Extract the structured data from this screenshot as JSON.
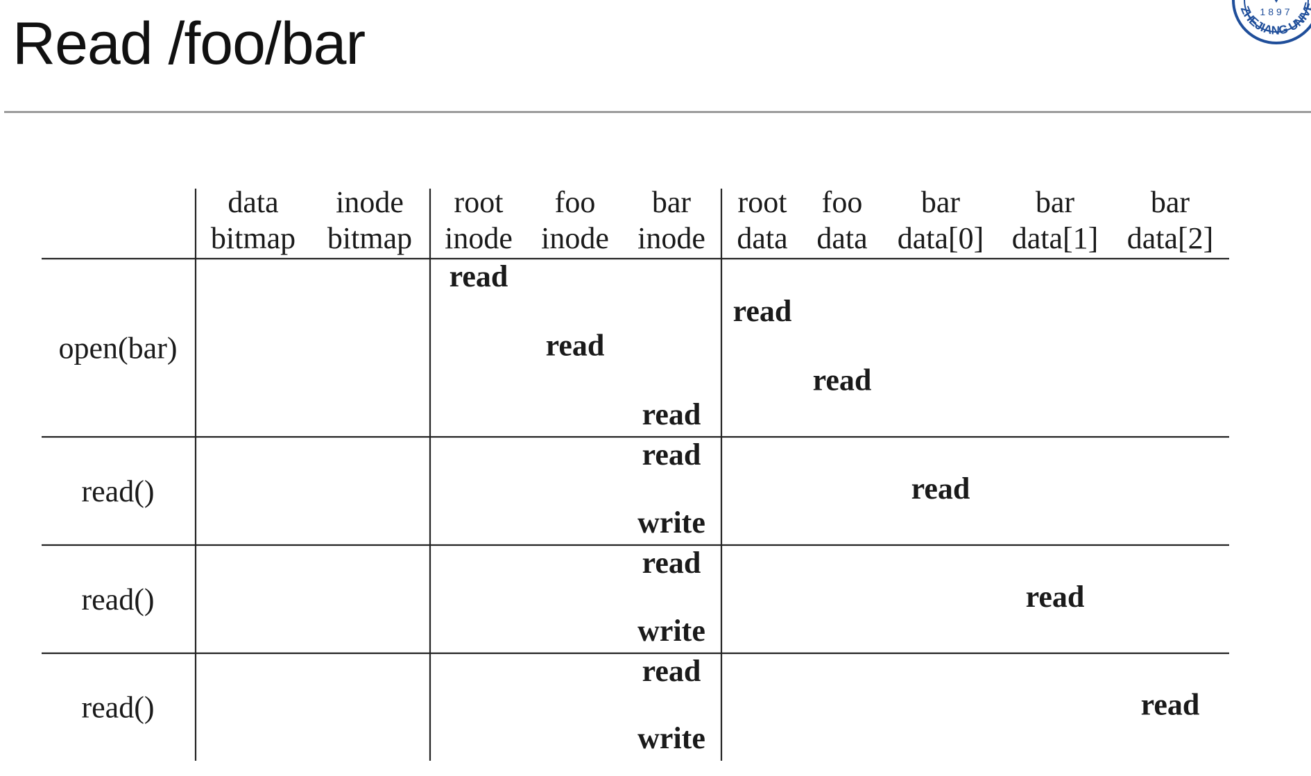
{
  "slide": {
    "title": "Read /foo/bar",
    "logo": {
      "icon": "zhejiang-university-seal-icon",
      "year": "1897",
      "text": "ZHEJIANG UNIVERSITY",
      "color": "#1f4e9a"
    }
  },
  "table": {
    "columns": [
      {
        "line1": "data",
        "line2": "bitmap"
      },
      {
        "line1": "inode",
        "line2": "bitmap"
      },
      {
        "line1": "root",
        "line2": "inode"
      },
      {
        "line1": "foo",
        "line2": "inode"
      },
      {
        "line1": "bar",
        "line2": "inode"
      },
      {
        "line1": "root",
        "line2": "data"
      },
      {
        "line1": "foo",
        "line2": "data"
      },
      {
        "line1": "bar",
        "line2": "data[0]"
      },
      {
        "line1": "bar",
        "line2": "data[1]"
      },
      {
        "line1": "bar",
        "line2": "data[2]"
      }
    ],
    "rows": [
      {
        "label": "open(bar)",
        "ops": [
          {
            "col": 2,
            "text": "read"
          },
          {
            "col": 5,
            "text": "read"
          },
          {
            "col": 3,
            "text": "read"
          },
          {
            "col": 6,
            "text": "read"
          },
          {
            "col": 4,
            "text": "read"
          }
        ]
      },
      {
        "label": "read()",
        "ops": [
          {
            "col": 4,
            "text": "read"
          },
          {
            "col": 7,
            "text": "read"
          },
          {
            "col": 4,
            "text": "write"
          }
        ]
      },
      {
        "label": "read()",
        "ops": [
          {
            "col": 4,
            "text": "read"
          },
          {
            "col": 8,
            "text": "read"
          },
          {
            "col": 4,
            "text": "write"
          }
        ]
      },
      {
        "label": "read()",
        "ops": [
          {
            "col": 4,
            "text": "read"
          },
          {
            "col": 9,
            "text": "read"
          },
          {
            "col": 4,
            "text": "write"
          }
        ]
      }
    ]
  }
}
